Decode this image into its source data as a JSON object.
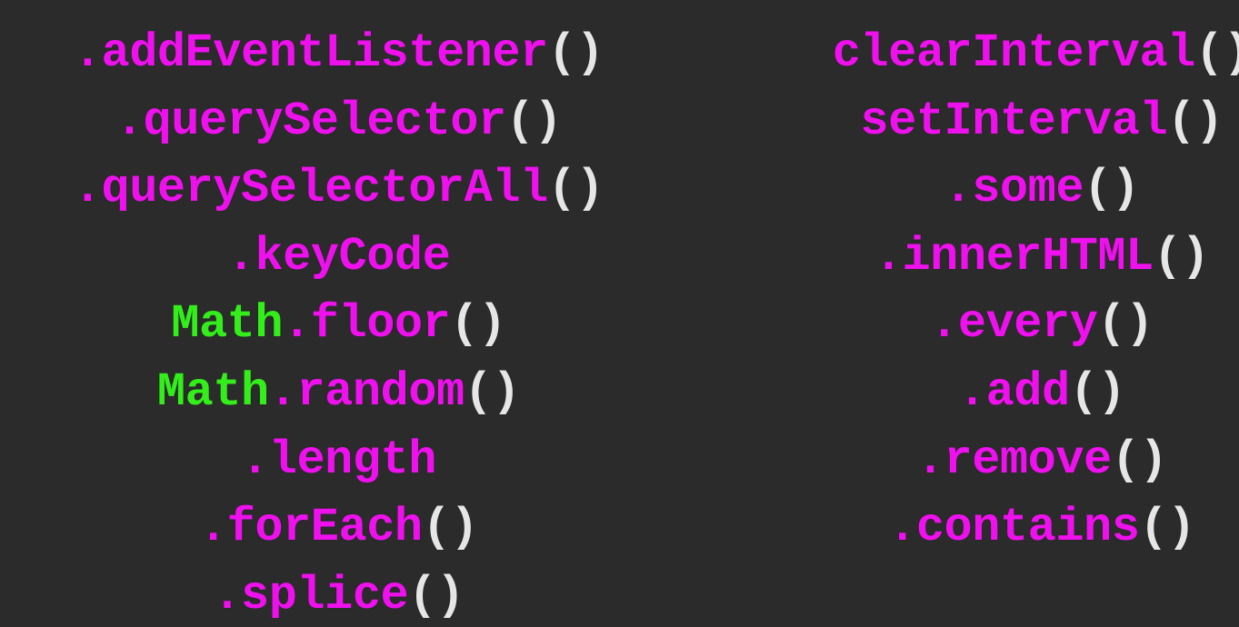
{
  "colors": {
    "background": "#2b2b2b",
    "object": "#33ee1a",
    "member": "#ee11ee",
    "parens": "#e6e6e6"
  },
  "left_column": [
    {
      "obj": "",
      "mem": ".addEventListener",
      "par": "()"
    },
    {
      "obj": "",
      "mem": ".querySelector",
      "par": "()"
    },
    {
      "obj": "",
      "mem": ".querySelectorAll",
      "par": "()"
    },
    {
      "obj": "",
      "mem": ".keyCode",
      "par": ""
    },
    {
      "obj": "Math",
      "mem": ".floor",
      "par": "()"
    },
    {
      "obj": "Math",
      "mem": ".random",
      "par": "()"
    },
    {
      "obj": "",
      "mem": ".length",
      "par": ""
    },
    {
      "obj": "",
      "mem": ".forEach",
      "par": "()"
    },
    {
      "obj": "",
      "mem": ".splice",
      "par": "()"
    }
  ],
  "right_column": [
    {
      "obj": "",
      "mem": "clearInterval",
      "par": "()"
    },
    {
      "obj": "",
      "mem": "setInterval",
      "par": "()"
    },
    {
      "obj": "",
      "mem": ".some",
      "par": "()"
    },
    {
      "obj": "",
      "mem": ".innerHTML",
      "par": "()"
    },
    {
      "obj": "",
      "mem": ".every",
      "par": "()"
    },
    {
      "obj": "",
      "mem": ".add",
      "par": "()"
    },
    {
      "obj": "",
      "mem": ".remove",
      "par": "()"
    },
    {
      "obj": "",
      "mem": ".contains",
      "par": "()"
    }
  ]
}
